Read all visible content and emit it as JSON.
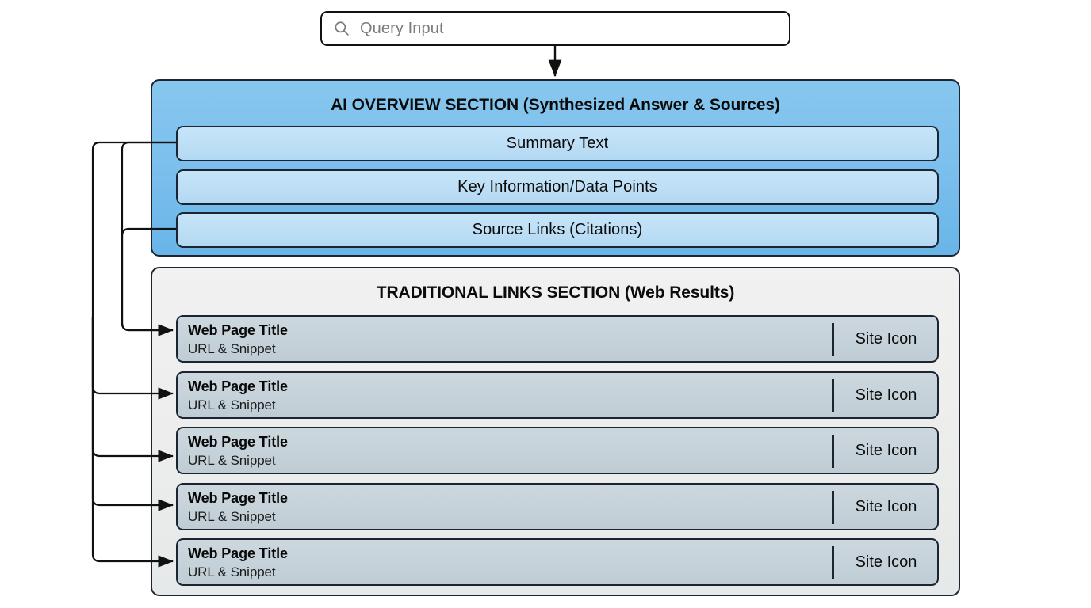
{
  "search": {
    "icon": "search-icon",
    "placeholder": "Query Input",
    "value": ""
  },
  "ai_overview": {
    "title": "AI OVERVIEW SECTION (Synthesized Answer & Sources)",
    "rows": [
      {
        "label": "Summary Text"
      },
      {
        "label": "Key Information/Data Points"
      },
      {
        "label": "Source Links (Citations)"
      }
    ]
  },
  "traditional_links": {
    "title": "TRADITIONAL LINKS SECTION (Web Results)",
    "results": [
      {
        "title": "Web Page Title",
        "snippet": "URL & Snippet",
        "site_icon_label": "Site Icon"
      },
      {
        "title": "Web Page Title",
        "snippet": "URL & Snippet",
        "site_icon_label": "Site Icon"
      },
      {
        "title": "Web Page Title",
        "snippet": "URL & Snippet",
        "site_icon_label": "Site Icon"
      },
      {
        "title": "Web Page Title",
        "snippet": "URL & Snippet",
        "site_icon_label": "Site Icon"
      },
      {
        "title": "Web Page Title",
        "snippet": "URL & Snippet",
        "site_icon_label": "Site Icon"
      }
    ]
  },
  "colors": {
    "ai_section_bg": "#7dc0ed",
    "ai_row_bg": "#bcdef5",
    "links_section_bg": "#ededed",
    "result_row_bg": "#c6d2d9",
    "stroke": "#1b2430",
    "page_bg": "#ffffff",
    "placeholder_text": "#7b7b7b"
  }
}
